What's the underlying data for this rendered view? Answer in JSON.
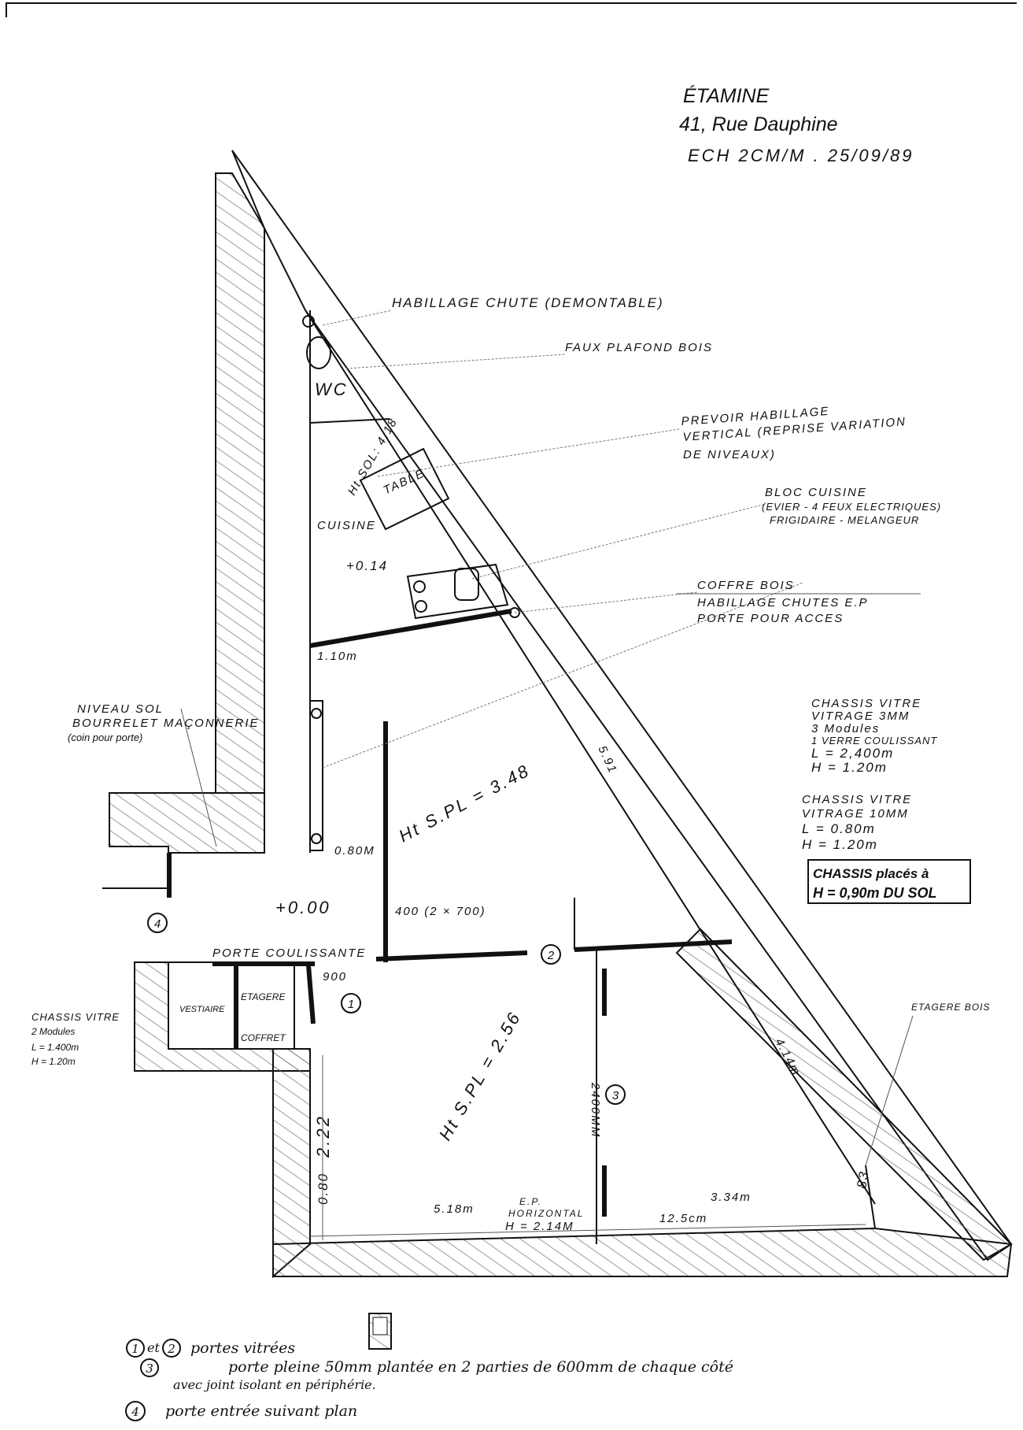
{
  "title_block": {
    "name": "ÉTAMINE",
    "address": "41, Rue Dauphine",
    "scale_date": "ECH 2CM/M . 25/09/89"
  },
  "annotations": {
    "habillage_chute": "HABILLAGE CHUTE (DEMONTABLE)",
    "faux_plafond": "FAUX PLAFOND BOIS",
    "prevoir": [
      "PREVOIR HABILLAGE",
      "VERTICAL (REPRISE VARIATION",
      "DE NIVEAUX)"
    ],
    "bloc_cuisine": [
      "BLOC CUISINE",
      "(EVIER - 4 FEUX ELECTRIQUES)",
      "FRIGIDAIRE - MELANGEUR"
    ],
    "coffre": [
      "COFFRE BOIS",
      "HABILLAGE CHUTES E.P",
      "PORTE POUR ACCES"
    ],
    "chassis_1": [
      "CHASSIS VITRE",
      "VITRAGE 3MM",
      "3 Modules",
      "1 VERRE COULISSANT",
      "L = 2,400m",
      "H = 1.20m"
    ],
    "chassis_2": [
      "CHASSIS VITRE",
      "VITRAGE 10MM",
      "L = 0.80m",
      "H = 1.20m"
    ],
    "chassis_box": [
      "CHASSIS placés à",
      "H = 0,90m DU SOL"
    ],
    "niveau_sol": [
      "NIVEAU SOL",
      "BOURRELET MAÇONNERIE",
      "(coin pour porte)"
    ],
    "chassis_3": [
      "CHASSIS VITRE",
      "2 Modules",
      "L = 1.400m",
      "H = 1.20m"
    ],
    "etagere_bois": "ETAGERE BOIS"
  },
  "rooms": {
    "wc": "WC",
    "table": "TABLE",
    "cuisine": "CUISINE",
    "vestiaire": "VESTIAIRE",
    "etagere": "ETAGERE",
    "coffret": "COFFRET",
    "porte_coulissante": "PORTE COULISSANTE"
  },
  "dimensions": {
    "ht_sol": "Ht SOL: 4.18",
    "level_014": "+0.14",
    "d_110": "1.10m",
    "d_080": "0.80M",
    "ht_348": "Ht S.PL = 3.48",
    "d_591": "5.91",
    "level_000": "+0.00",
    "d_400": "400 (2 × 700)",
    "d_900": "900",
    "ht_256": "Ht S.PL = 2.56",
    "d_222": "2.22",
    "d_080b": "0.80",
    "d_2400": "2400MM",
    "d_414": "4.14m",
    "d_083": "83",
    "d_518": "5.18m",
    "ep_horizontal": [
      "E.P.",
      "HORIZONTAL",
      "H = 2.14M"
    ],
    "d_125": "12.5cm",
    "d_334": "3.34m"
  },
  "markers": [
    "1",
    "2",
    "3",
    "4"
  ],
  "legend": {
    "line1_markers": [
      "1",
      "2"
    ],
    "line1_et": "et",
    "line1": "portes vitrées",
    "line2_marker": "3",
    "line2": "porte pleine 50mm plantée en 2 parties de 600mm de chaque côté",
    "line2b": "avec joint isolant en périphérie.",
    "line3_marker": "4",
    "line3": "porte entrée suivant plan"
  }
}
